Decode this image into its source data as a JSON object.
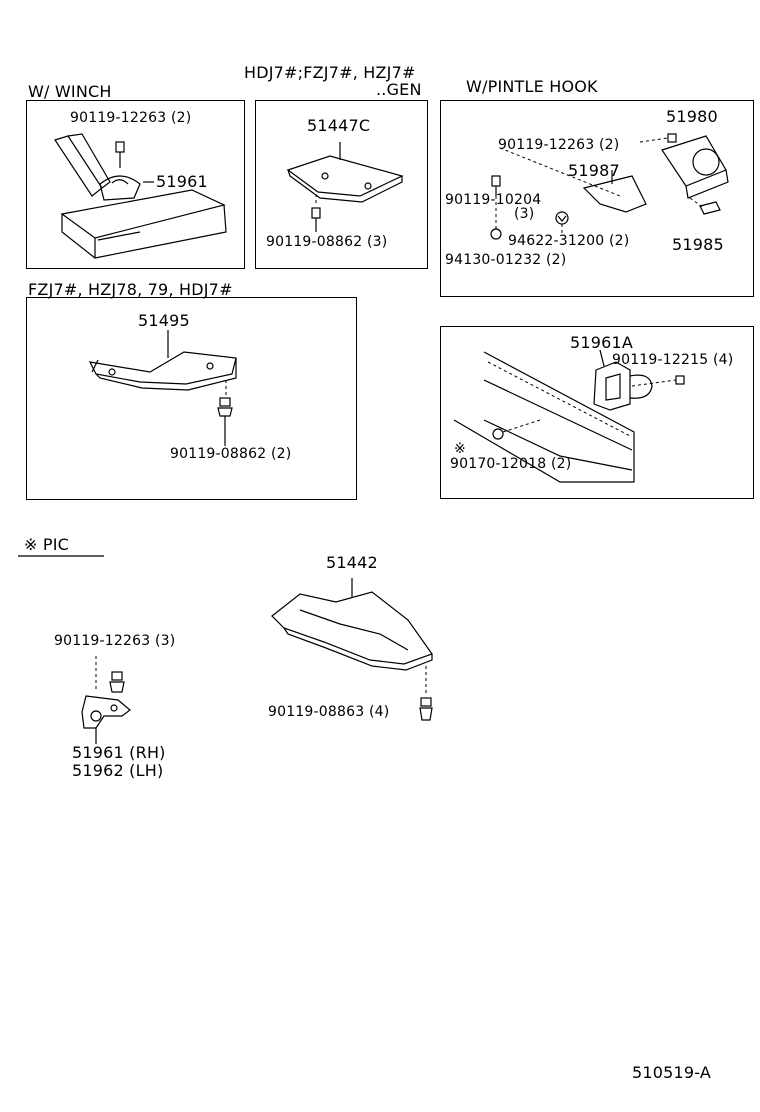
{
  "sections": {
    "winch": {
      "heading": "W/ WINCH",
      "labels": {
        "bolt": "90119-12263 (2)",
        "part": "51961"
      }
    },
    "gen": {
      "heading_line1": "HDJ7#;FZJ7#, HZJ7#",
      "heading_line2": "..GEN",
      "labels": {
        "part": "51447C",
        "bolt": "90119-08862 (3)"
      }
    },
    "pintle": {
      "heading": "W/PINTLE HOOK",
      "labels": {
        "hook": "51980",
        "bolt_a": "90119-12263 (2)",
        "bracket": "51987",
        "bolt_b": "90119-10204",
        "bolt_b_qty": "(3)",
        "washer": "94622-31200 (2)",
        "nut": "94130-01232 (2)",
        "pin": "51985"
      }
    },
    "fzj": {
      "heading": "FZJ7#, HZJ78, 79, HDJ7#",
      "labels": {
        "part": "51495",
        "bolt": "90119-08862 (2)"
      }
    },
    "towhook": {
      "labels": {
        "part": "51961A",
        "bolt": "90119-12215 (4)",
        "mark": "※",
        "nut": "90170-12018 (2)"
      }
    },
    "pic": {
      "heading": "※ PIC",
      "labels": {
        "cover": "51442",
        "cover_bolt": "90119-08863 (4)",
        "hook_bolt": "90119-12263 (3)",
        "hook_rh": "51961 (RH)",
        "hook_lh": "51962 (LH)"
      }
    }
  },
  "footer": {
    "code": "510519-A"
  },
  "colors": {
    "line": "#000000",
    "background": "#ffffff"
  }
}
